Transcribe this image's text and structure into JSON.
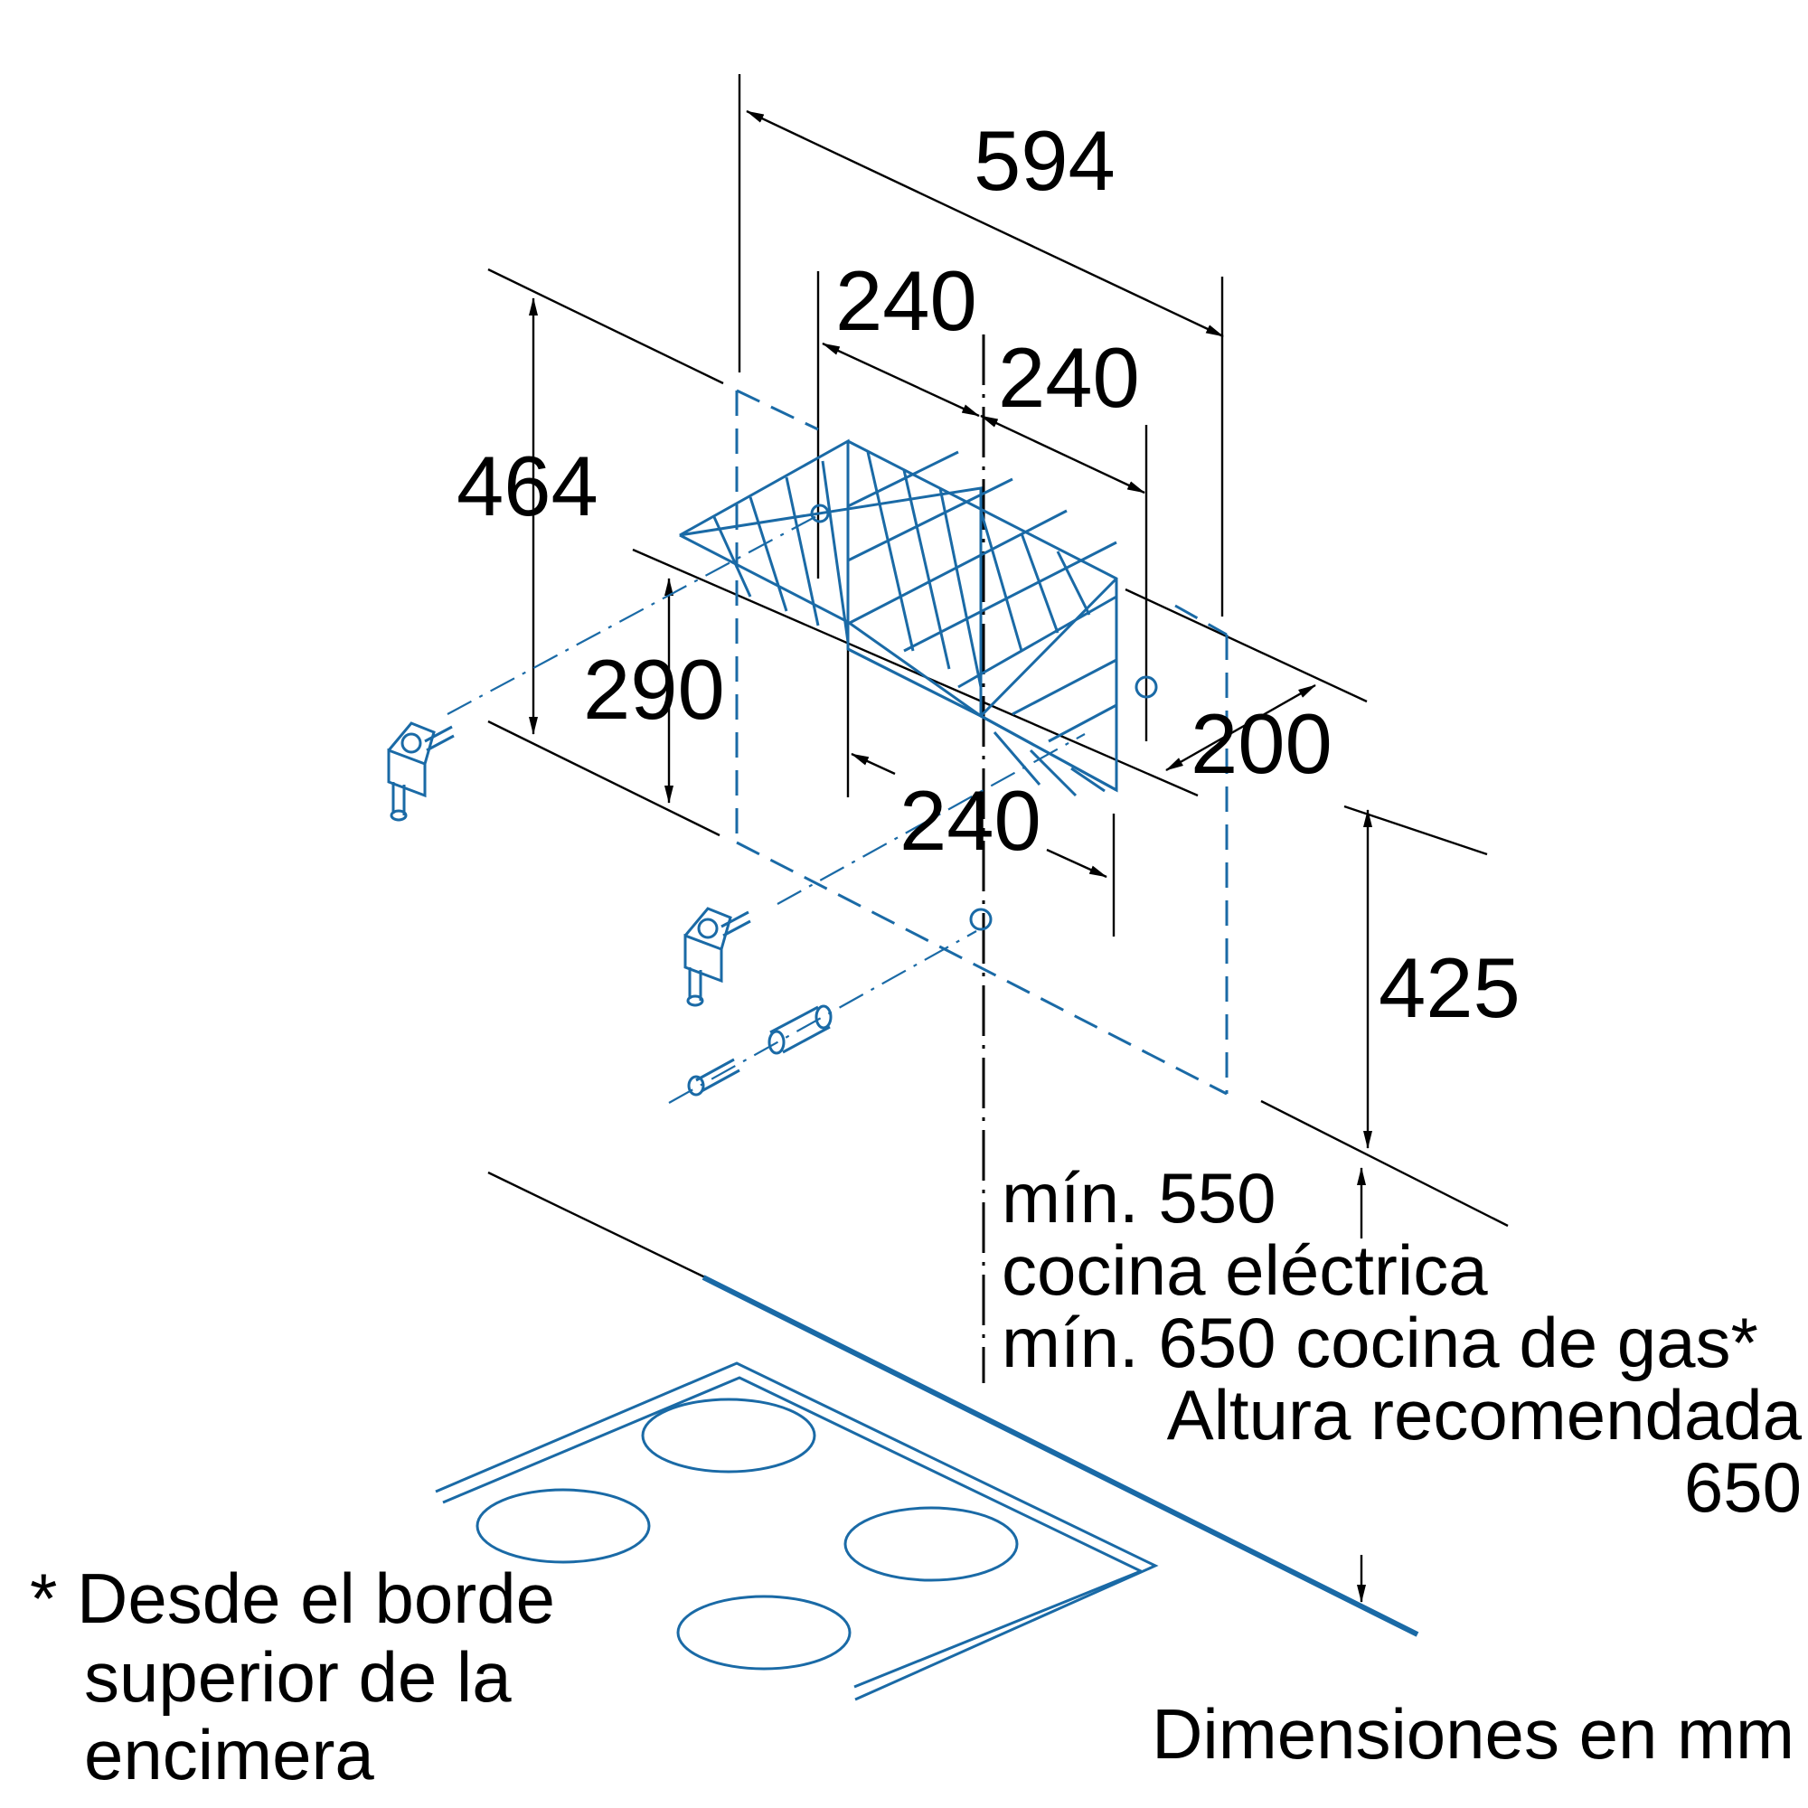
{
  "dimensions": {
    "width_total": "594",
    "offset_left": "240",
    "offset_right": "240",
    "height_total": "464",
    "height_inner": "290",
    "depth": "200",
    "bottom_width": "240",
    "vertical_height": "425"
  },
  "notes": {
    "min_electric_value": "mín. 550",
    "min_electric_label": "cocina eléctrica",
    "min_gas": "mín. 650 cocina de gas*",
    "recommended_label": "Altura recomendada",
    "recommended_value": "650",
    "footnote_line1": "* Desde el borde",
    "footnote_line2": "superior de la",
    "footnote_line3": "encimera",
    "units": "Dimensiones en mm"
  },
  "colors": {
    "lines": "#000000",
    "product": "#1a6aa6"
  },
  "icons": [
    "wall-bracket-icon",
    "wall-bracket-icon",
    "wall-plug-icon",
    "screw-icon"
  ]
}
